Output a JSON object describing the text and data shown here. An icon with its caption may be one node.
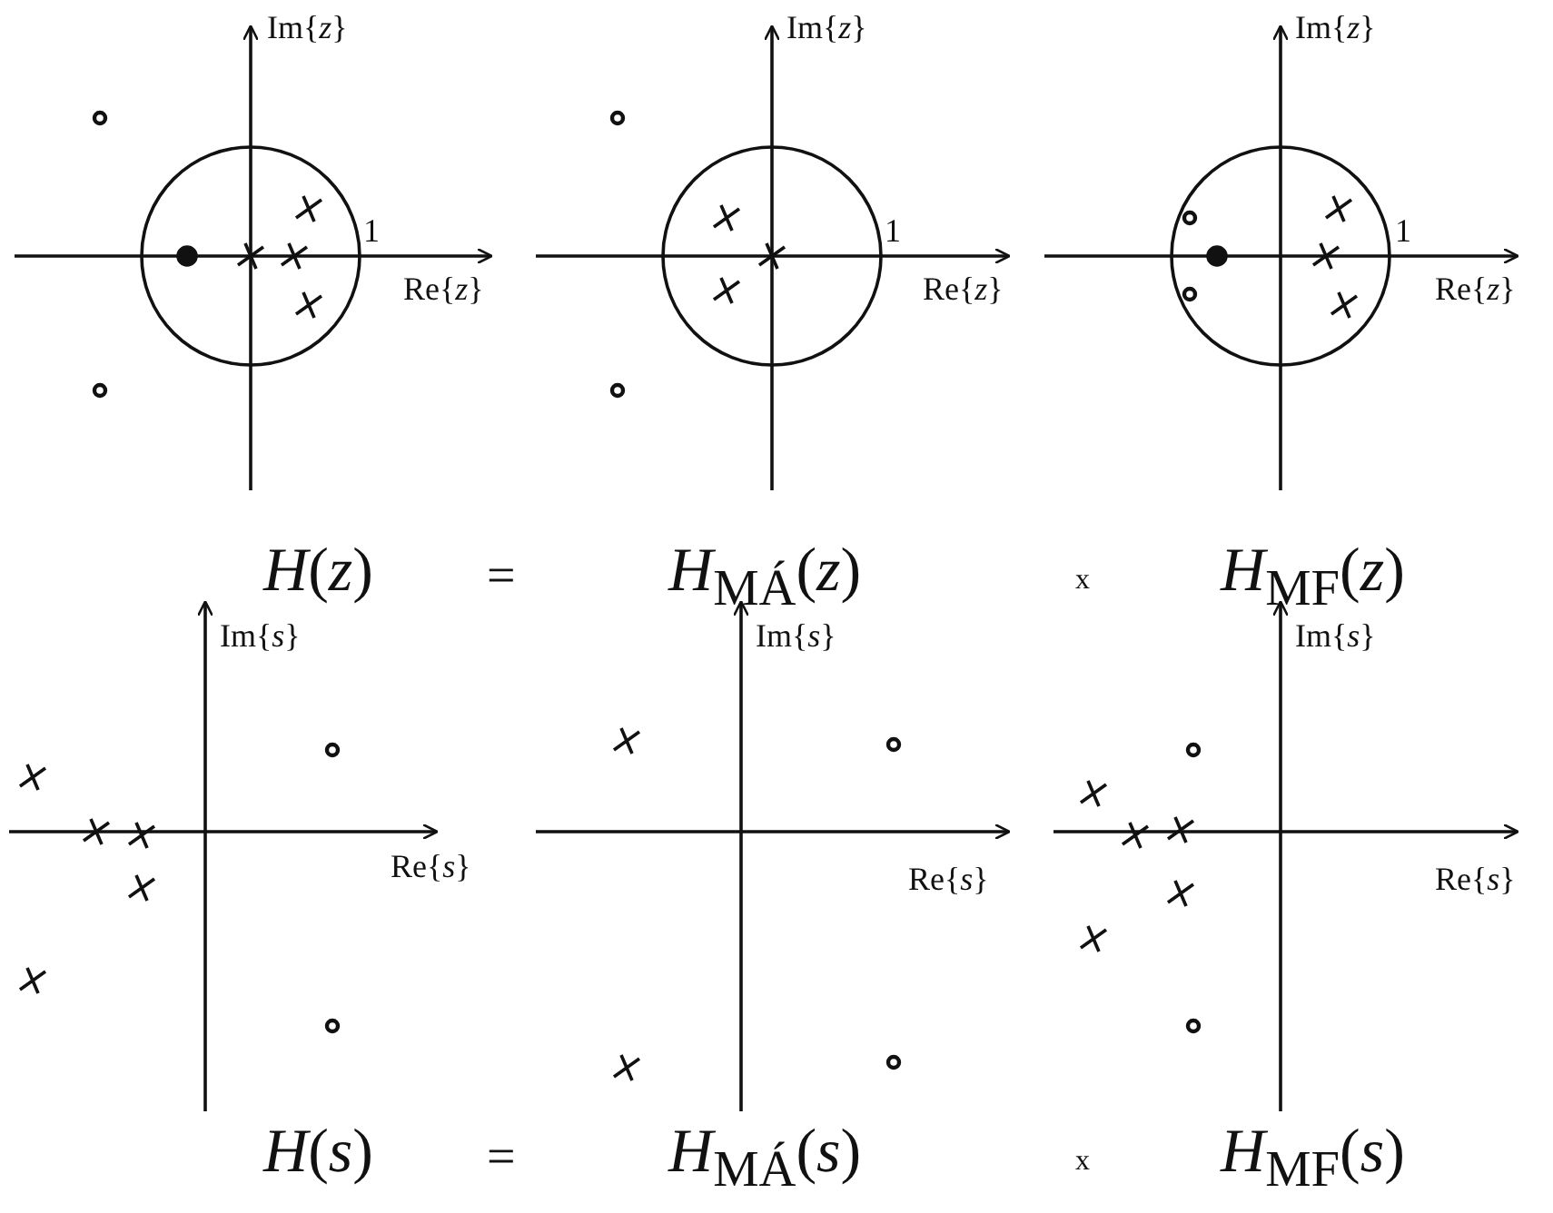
{
  "diagram": {
    "labels": [
      "Im{*z*}",
      "1",
      "Re{*z*}",
      "Im{*z*}",
      "1",
      "Re{*z*}",
      "Im{*z*}",
      "1",
      "Re{*z*}",
      "*H*(*z*)",
      "=",
      "*H*$_{MÁ}$(*z*)",
      "x",
      "*H*$_{MF}$(*z*)",
      "Im{*s*}",
      "Re{*s*}",
      "Im{*s*}",
      "Re{*s*}",
      "Im{*s*}",
      "Re{*s*}",
      "*H*(*s*)",
      "=",
      "*H*$_{MÁ}$(*s*)",
      "x",
      "*H*$_{MF}$(*s*)"
    ]
  }
}
